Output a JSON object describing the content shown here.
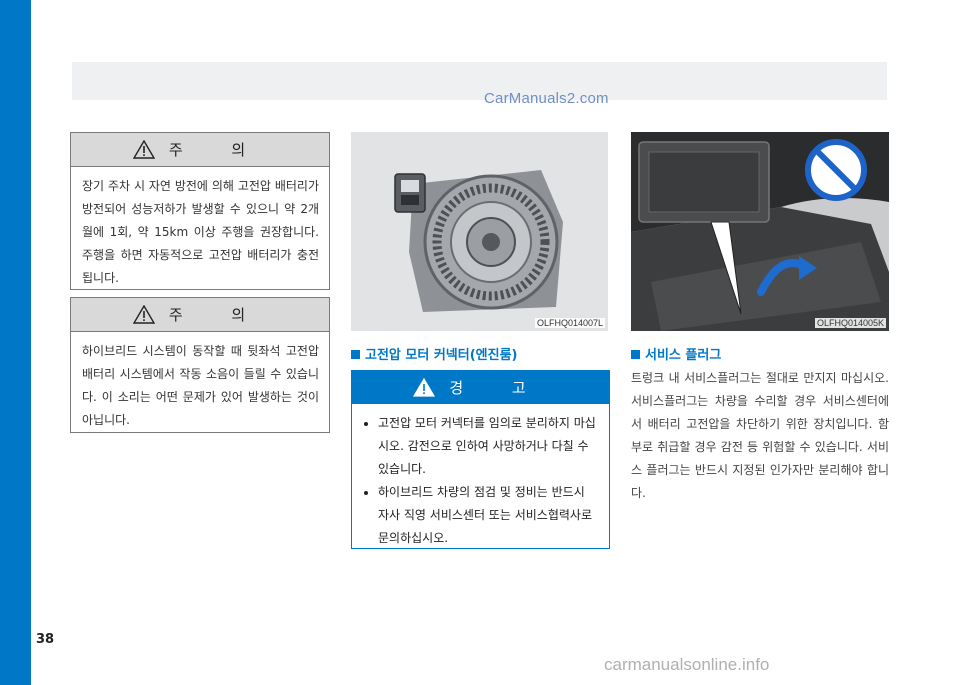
{
  "watermark_top": "CarManuals2.com",
  "caution1": {
    "title": "주 의",
    "text": "장기 주차 시 자연 방전에 의해 고전압 배터리가 방전되어 성능저하가 발생할 수 있으니 약 2개월에 1회, 약 15km 이상 주행을 권장합니다. 주행을 하면 자동적으로 고전압 배터리가 충전됩니다."
  },
  "caution2": {
    "title": "주 의",
    "text": "하이브리드 시스템이 동작할 때 뒷좌석 고전압 배터리 시스템에서 작동 소음이 들릴 수 있습니다. 이 소리는 어떤 문제가 있어 발생하는 것이 아닙니다."
  },
  "figure1": {
    "caption": "OLFHQ014007L"
  },
  "figure2": {
    "caption": "OLFHQ014005K"
  },
  "section1": {
    "title": "고전압 모터 커넥터(엔진룸)"
  },
  "warning": {
    "title": "경 고",
    "items": [
      "고전압 모터 커넥터를 임의로 분리하지 마십시오. 감전으로 인하여 사망하거나 다칠 수 있습니다.",
      "하이브리드 차량의 점검 및 정비는 반드시 자사 직영 서비스센터 또는 서비스협력사로 문의하십시오."
    ]
  },
  "section2": {
    "title": "서비스 플러그",
    "text": "트렁크 내 서비스플러그는 절대로 만지지 마십시오. 서비스플러그는 차량을 수리할 경우 서비스센터에서 배터리 고전압을 차단하기 위한 장치입니다. 함부로 취급할 경우 감전 등 위험할 수 있습니다. 서비스 플러그는 반드시 지정된 인가자만 분리해야 합니다."
  },
  "page_number": "38",
  "watermark_bottom": "carmanualsonline.info",
  "colors": {
    "accent": "#0078c8",
    "caution_header": "#d9d9d9",
    "prohibit_red": "#1e63c8"
  }
}
